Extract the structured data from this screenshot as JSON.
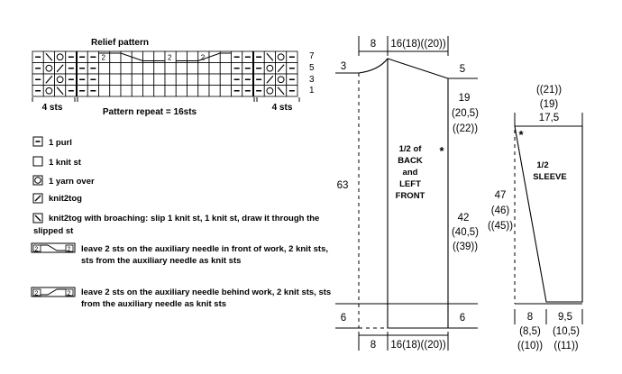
{
  "chart": {
    "title": "Relief pattern",
    "row_numbers": [
      "7",
      "5",
      "3",
      "1"
    ],
    "repeat_label": "Pattern repeat = 16sts",
    "edge_left_label": "4 sts",
    "edge_right_label": "4 sts",
    "cable_number": "2"
  },
  "legend": {
    "purl": "1 purl",
    "knit": "1 knit st",
    "yarn_over": "1 yarn over",
    "k2tog": "knit2tog",
    "broaching_line1": "knit2tog with broaching: slip 1 knit st, 1 knit st, draw it through the",
    "broaching_line2": "slipped st",
    "cable_front_line1": "leave 2 sts on the auxiliary needle in front of work, 2 knit sts,",
    "cable_front_line2": "sts from the auxiliary needle as knit sts",
    "cable_back_line1": "leave 2 sts on the auxiliary needle behind work, 2 knit sts, sts",
    "cable_back_line2": "from the auxiliary needle as knit sts"
  },
  "body_piece": {
    "label": [
      "1/2 of",
      "BACK",
      "and",
      "LEFT",
      "FRONT"
    ],
    "top_left_width": "8",
    "top_right_width": "16(18)((20))",
    "bottom_left_width": "8",
    "bottom_right_width": "16(18)((20))",
    "neck_depth": "3",
    "shoulder_drop": "5",
    "total_length": "63",
    "armhole": [
      "19",
      "(20,5)",
      "((22))"
    ],
    "side_length": [
      "42",
      "(40,5)",
      "((39))"
    ],
    "rib_left": "6",
    "rib_right": "6",
    "star": "*"
  },
  "sleeve": {
    "label": [
      "1/2",
      "SLEEVE"
    ],
    "top_width": [
      "((21))",
      "(19)",
      "17,5"
    ],
    "length": [
      "47",
      "(46)",
      "((45))"
    ],
    "bottom_left": [
      "8",
      "(8,5)",
      "((10))"
    ],
    "bottom_right": [
      "9,5",
      "(10,5)",
      "((11))"
    ],
    "star": "*"
  }
}
